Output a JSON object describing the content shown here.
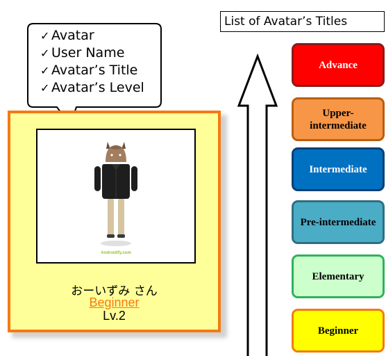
{
  "bubble": {
    "items": [
      {
        "check": "✓",
        "label": "Avatar"
      },
      {
        "check": "✓",
        "label": "User Name"
      },
      {
        "check": "✓",
        "label": "Avatar’s Title"
      },
      {
        "check": "✓",
        "label": "Avatar’s Level"
      }
    ]
  },
  "card": {
    "watermark": "Androidify.com",
    "user_name": "おーいずみ さん",
    "title": "Beginner",
    "level": "Lv.2",
    "colors": {
      "background": "#ffff99",
      "border": "#f57a12",
      "title_text": "#f57a12"
    }
  },
  "titles_list": {
    "header": "List of Avatar’s Titles",
    "items": [
      {
        "label": "Advance",
        "fill": "#ff0000",
        "stroke": "#8b1a1a",
        "text_color": "#ffffff"
      },
      {
        "label": "Upper-intermediate",
        "fill": "#f79646",
        "stroke": "#b95e0f",
        "text_color": "#000000"
      },
      {
        "label": "Intermediate",
        "fill": "#0070c0",
        "stroke": "#0b3f73",
        "text_color": "#ffffff"
      },
      {
        "label": "Pre-intermediate",
        "fill": "#4bacc6",
        "stroke": "#2e6f80",
        "text_color": "#000000"
      },
      {
        "label": "Elementary",
        "fill": "#ccffcc",
        "stroke": "#2fb25a",
        "text_color": "#000000"
      },
      {
        "label": "Beginner",
        "fill": "#ffff00",
        "stroke": "#f57a12",
        "text_color": "#000000"
      }
    ]
  }
}
